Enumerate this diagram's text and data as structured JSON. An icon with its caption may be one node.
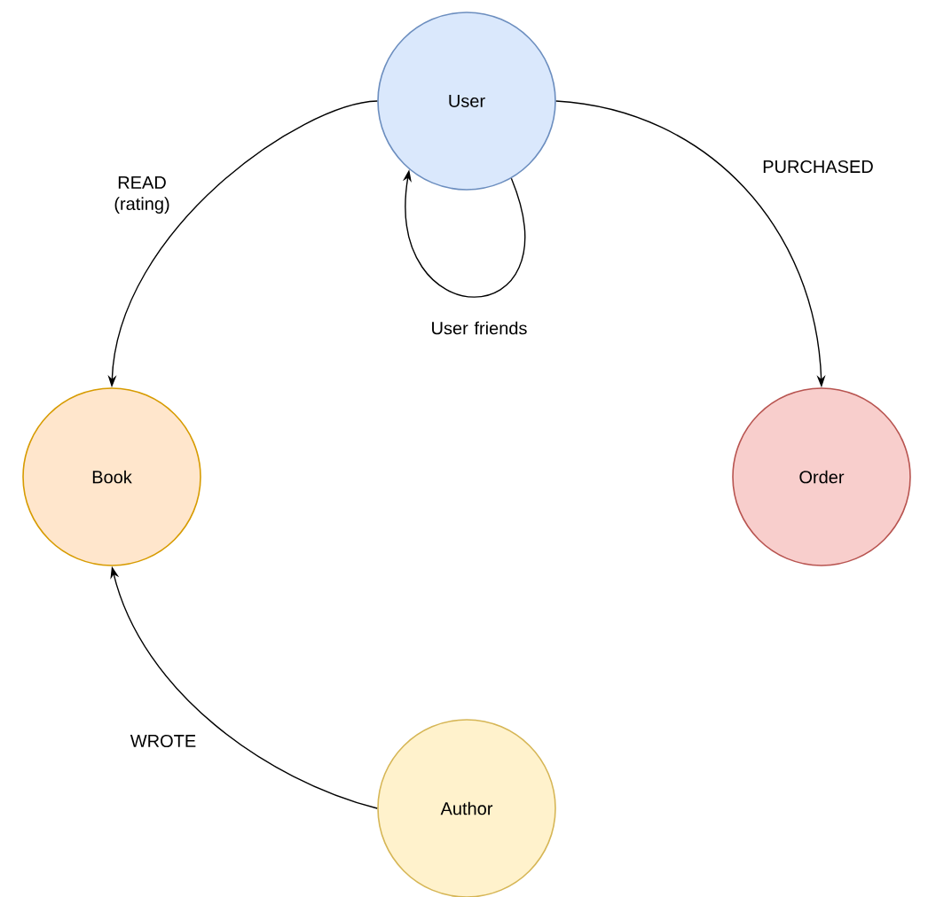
{
  "diagram": {
    "nodes": [
      {
        "text": [
          "User"
        ]
      },
      {
        "text": [
          "Book"
        ]
      },
      {
        "text": [
          "Order"
        ]
      },
      {
        "text": [
          "Author"
        ]
      }
    ],
    "edges": [
      {
        "from": 0,
        "to": 1,
        "arrow": "to",
        "label": "READ (rating)"
      },
      {
        "from": 0,
        "to": 0,
        "arrow": "to",
        "label": "User friends"
      },
      {
        "from": 0,
        "to": 2,
        "arrow": "to",
        "label": "PURCHASED"
      },
      {
        "from": 3,
        "to": 1,
        "arrow": "to",
        "label": "WROTE"
      }
    ]
  }
}
